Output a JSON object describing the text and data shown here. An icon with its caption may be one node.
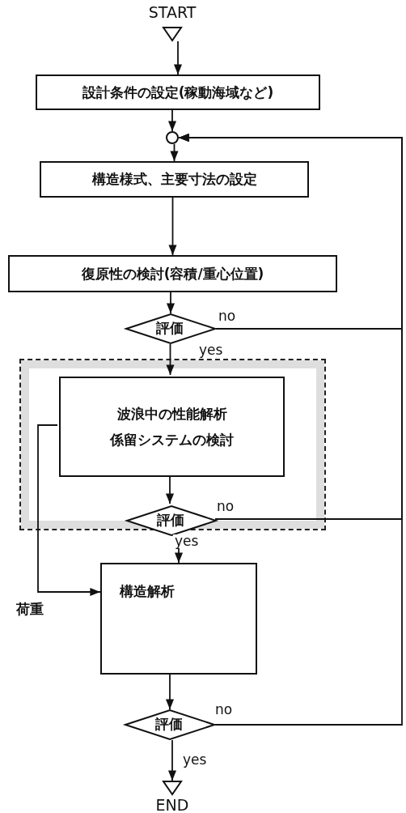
{
  "diagram": {
    "nodes": [
      {
        "text": [
          "START"
        ]
      },
      {
        "text": [
          "設計条件の設定(稼動海域など)"
        ]
      },
      {
        "text": [],
        "shape": "circle"
      },
      {
        "text": [
          "構造様式、主要寸法の設定"
        ]
      },
      {
        "text": [
          "復原性の検討(容積/重心位置)"
        ]
      },
      {
        "text": [
          "評価"
        ]
      },
      {
        "text": [],
        "shape": "box"
      },
      {
        "text": [
          "波浪中の性能解析",
          "係留システムの検討"
        ],
        "in": 6
      },
      {
        "text": [
          "評価"
        ],
        "in": 6
      },
      {
        "text": [
          "構造解析"
        ]
      },
      {
        "text": [
          "評価"
        ]
      },
      {
        "text": [
          "END"
        ]
      }
    ],
    "edges": [
      {
        "from": 0,
        "to": 1,
        "arrow": "to"
      },
      {
        "from": 1,
        "to": 2,
        "arrow": "to"
      },
      {
        "from": 2,
        "to": 3,
        "arrow": "to"
      },
      {
        "from": 3,
        "to": 4,
        "arrow": "to"
      },
      {
        "from": 4,
        "to": 5,
        "arrow": "to"
      },
      {
        "from": 5,
        "to": 7,
        "arrow": "to",
        "label": "yes"
      },
      {
        "from": 5,
        "to": 2,
        "arrow": "to",
        "label": "no"
      },
      {
        "from": 7,
        "to": 8,
        "arrow": "to"
      },
      {
        "from": 8,
        "to": 9,
        "arrow": "to",
        "label": "yes"
      },
      {
        "from": 8,
        "to": 2,
        "arrow": "to",
        "label": "no"
      },
      {
        "from": 7,
        "to": 9,
        "arrow": "to",
        "label": "荷重"
      },
      {
        "from": 9,
        "to": 10,
        "arrow": "to"
      },
      {
        "from": 10,
        "to": 11,
        "arrow": "to",
        "label": "yes"
      },
      {
        "from": 10,
        "to": 2,
        "arrow": "to",
        "label": "no"
      }
    ]
  }
}
